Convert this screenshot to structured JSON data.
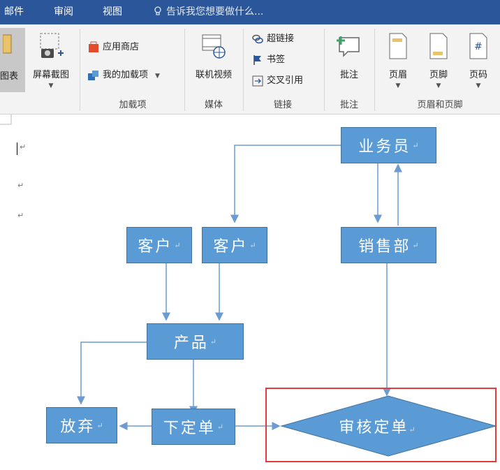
{
  "tabs": {
    "mail": "邮件",
    "review": "审阅",
    "view": "视图"
  },
  "tell_me": "告诉我您想要做什么...",
  "ribbon": {
    "chart_label": "图表",
    "screenshot_label": "屏幕截图",
    "app_store_label": "应用商店",
    "my_addins_label": "我的加载项",
    "addins_group": "加载项",
    "online_video_label": "联机视频",
    "media_group": "媒体",
    "hyperlink_label": "超链接",
    "bookmark_label": "书签",
    "crossref_label": "交叉引用",
    "links_group": "链接",
    "comment_label": "批注",
    "comments_group": "批注",
    "header_label": "页眉",
    "footer_label": "页脚",
    "pagenum_label": "页码",
    "header_footer_group": "页眉和页脚"
  },
  "doc": {
    "para_mark": "↵",
    "nodes": {
      "salesperson": "业务员",
      "customer_1": "客户",
      "customer_2": "客户",
      "sales_dept": "销售部",
      "product": "产品",
      "abandon": "放弃",
      "place_order": "下定单",
      "review_order": "审核定单"
    }
  },
  "colors": {
    "accent": "#2b579a",
    "node_fill": "#5b9bd5",
    "node_border": "#41719c",
    "arrow": "#6b9bd2",
    "highlight": "#e03c3c"
  }
}
